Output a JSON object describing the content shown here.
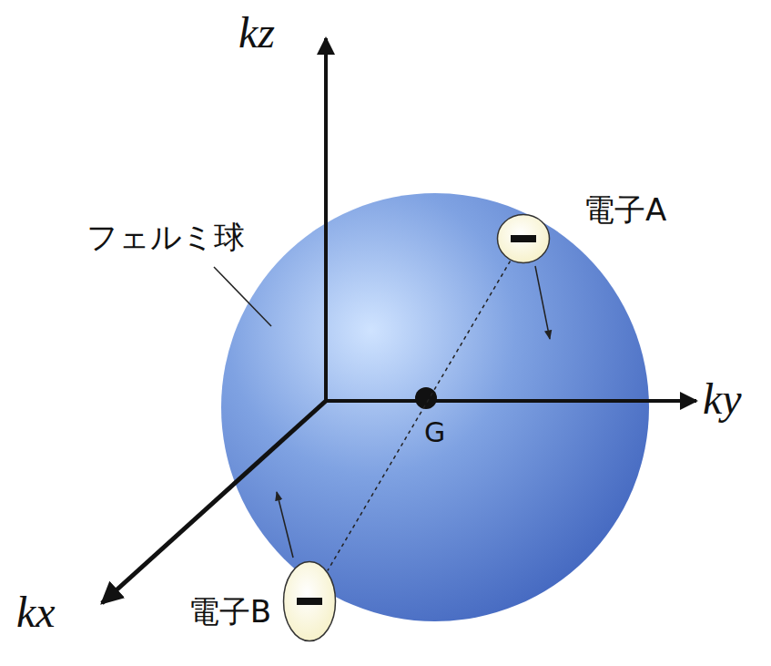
{
  "diagram": {
    "nodes": [
      {
        "text": [
          "電子A"
        ]
      },
      {
        "text": [
          "電子B"
        ]
      }
    ],
    "edges": [
      {
        "from": 0,
        "to": 1,
        "arrow": "none"
      }
    ],
    "labels": [
      "kz",
      "ky",
      "kx",
      "フェルミ球",
      "G"
    ]
  }
}
